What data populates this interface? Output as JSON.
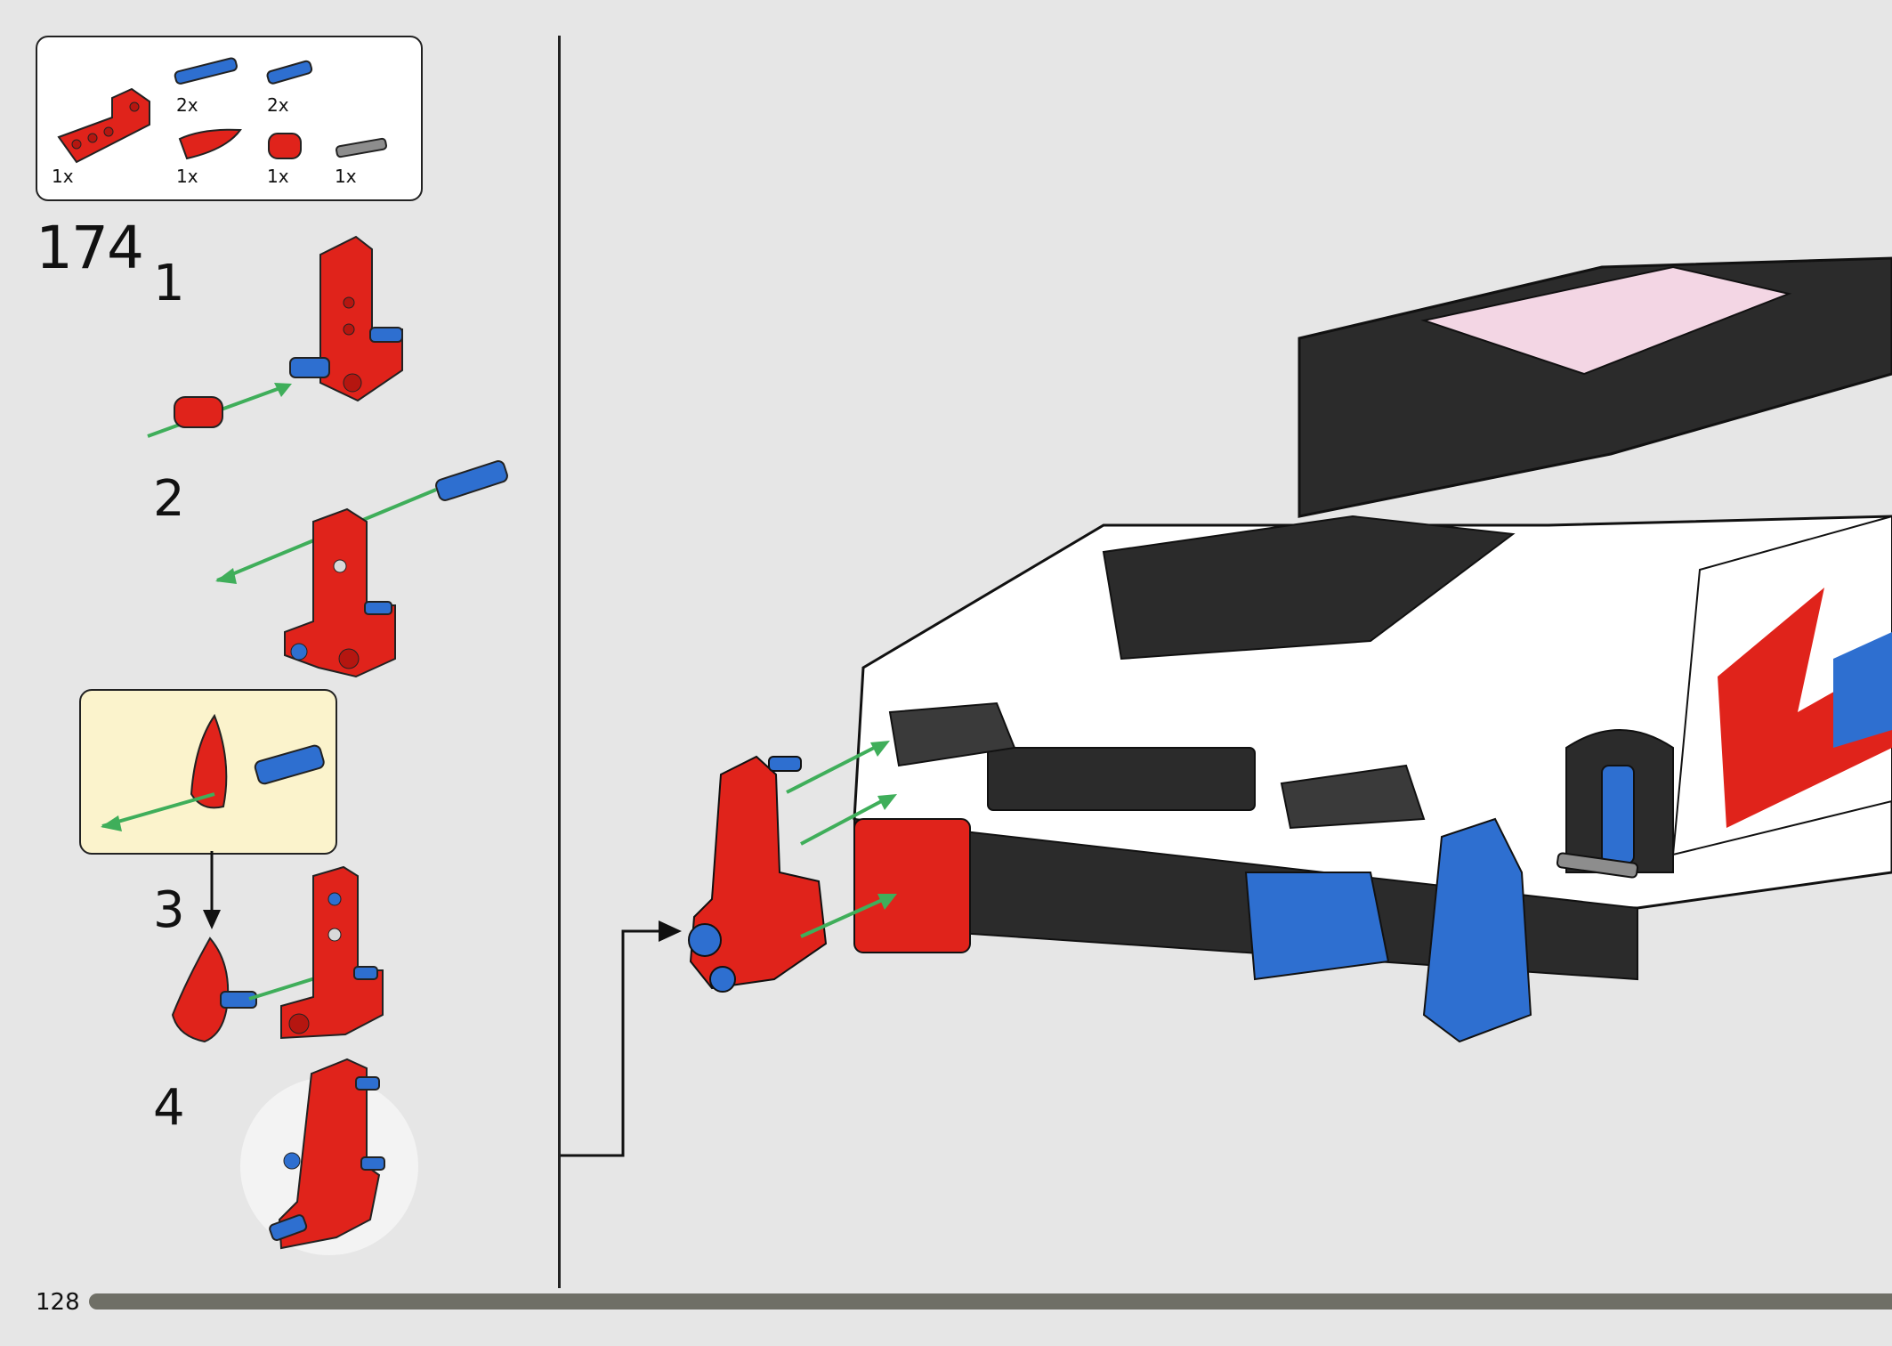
{
  "parts_list": [
    {
      "qty": "1x",
      "icon": "red-bent-beam-icon"
    },
    {
      "qty": "2x",
      "icon": "blue-axle-pin-icon"
    },
    {
      "qty": "2x",
      "icon": "blue-pin-icon"
    },
    {
      "qty": "1x",
      "icon": "red-wedge-panel-icon"
    },
    {
      "qty": "1x",
      "icon": "red-axle-connector-icon"
    },
    {
      "qty": "1x",
      "icon": "gray-axle-icon"
    }
  ],
  "step_number": "174",
  "substeps": [
    "1",
    "2",
    "3",
    "4"
  ],
  "page_number": "128",
  "colors": {
    "background": "#e6e6e6",
    "part_red": "#e0231b",
    "part_blue": "#2e6fd0",
    "arrow_green": "#3fae5a",
    "callout_yellow": "#fbf3cc",
    "progress_bar": "#6f6f66"
  }
}
